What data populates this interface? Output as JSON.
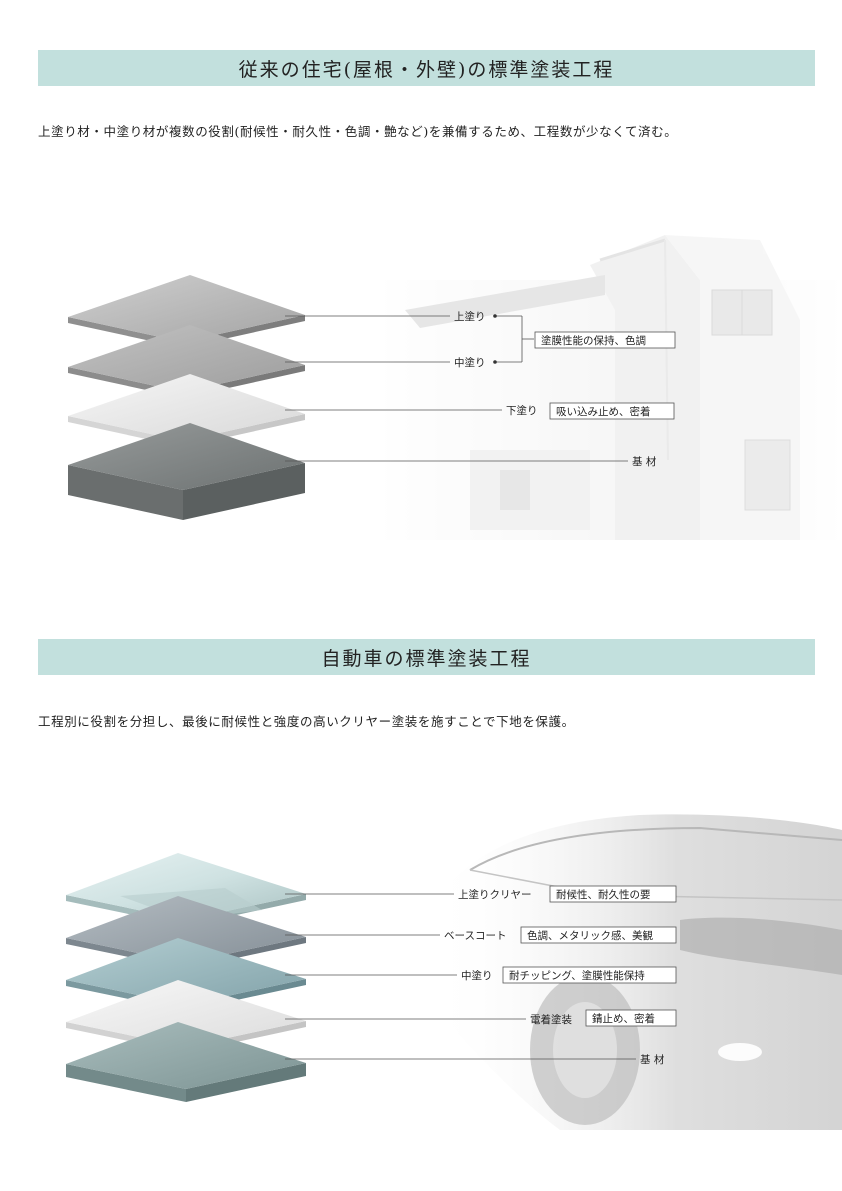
{
  "section1": {
    "title": "従来の住宅(屋根・外壁)の標準塗装工程",
    "lead": "上塗り材・中塗り材が複数の役割(耐候性・耐久性・色調・艶など)を兼備するため、工程数が少なくて済む。",
    "layers": [
      {
        "label": "上塗り",
        "colors": [
          "#c9c9c9",
          "#9e9e9e"
        ]
      },
      {
        "label": "中塗り",
        "colors": [
          "#bdbdbd",
          "#9a9a9a"
        ]
      },
      {
        "label": "下塗り",
        "colors": [
          "#f2f2f2",
          "#d6d6d6"
        ]
      },
      {
        "label": "基 材",
        "colors": [
          "#8f9393",
          "#6f7474"
        ]
      }
    ],
    "roles": [
      {
        "text": "塗膜性能の保持、色調"
      },
      {
        "text": "吸い込み止め、密着"
      }
    ],
    "background_illustration": "house-icon"
  },
  "section2": {
    "title": "自動車の標準塗装工程",
    "lead": "工程別に役割を分担し、最後に耐候性と強度の高いクリヤー塗装を施すことで下地を保護。",
    "layers": [
      {
        "label": "上塗りクリヤー",
        "role": "耐候性、耐久性の要",
        "colors": [
          "#dfeeee",
          "#b4cccc"
        ]
      },
      {
        "label": "ベースコート",
        "role": "色調、メタリック感、美観",
        "colors": [
          "#a9b2b8",
          "#8a949c"
        ]
      },
      {
        "label": "中塗り",
        "role": "耐チッピング、塗膜性能保持",
        "colors": [
          "#a6c3c8",
          "#86a6ad"
        ]
      },
      {
        "label": "電着塗装",
        "role": "錆止め、密着",
        "colors": [
          "#f4f4f4",
          "#dadada"
        ]
      },
      {
        "label": "基 材",
        "colors": [
          "#a2b7b7",
          "#7f9696"
        ]
      }
    ],
    "background_illustration": "car-icon"
  }
}
